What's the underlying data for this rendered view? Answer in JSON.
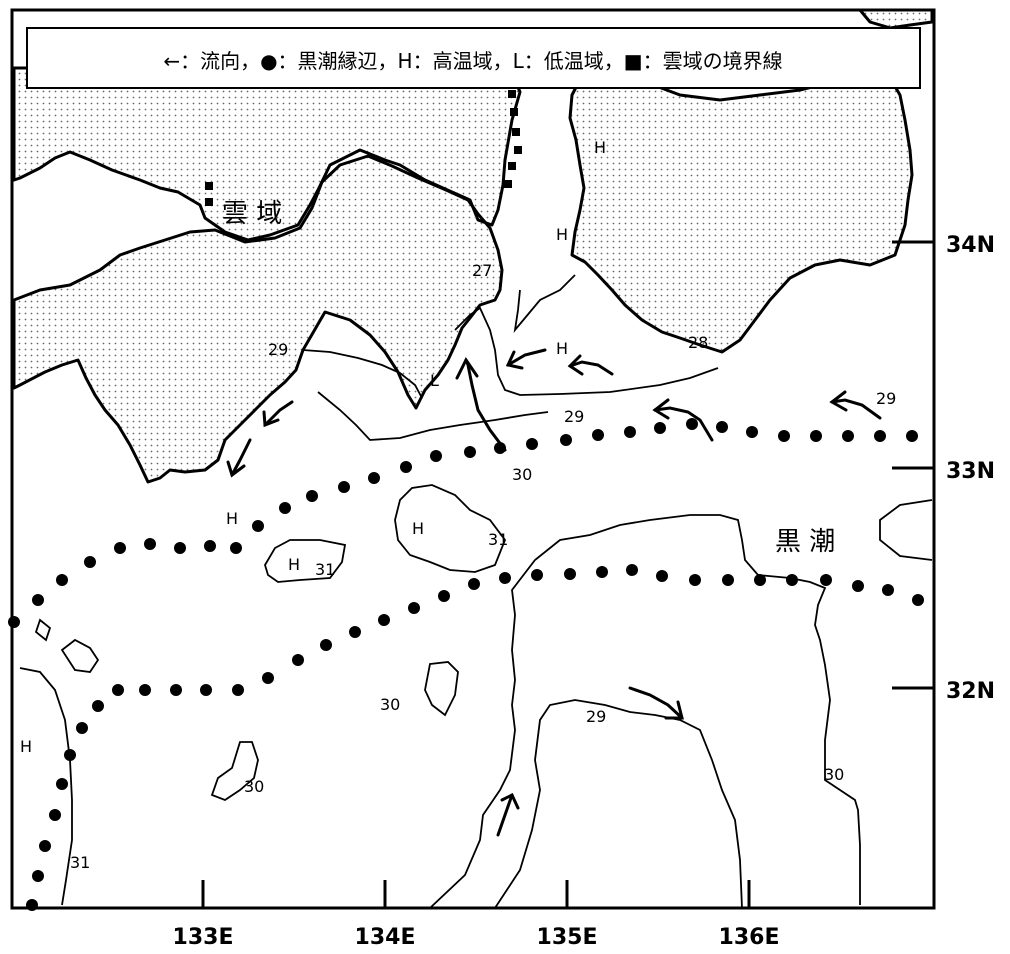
{
  "legend": {
    "text": "←：流向，●：黒潮縁辺，H：高温域，L：低温域，■：雲域の境界線"
  },
  "map_labels": {
    "cloud_area": "雲 域",
    "kuroshio": "黒 潮"
  },
  "axis": {
    "lon_ticks": [
      "133E",
      "134E",
      "135E",
      "136E"
    ],
    "lat_ticks": [
      "34N",
      "33N",
      "32N"
    ]
  },
  "isotherm_labels": [
    "27",
    "28",
    "29",
    "29",
    "29",
    "29",
    "30",
    "31",
    "31",
    "30",
    "30",
    "29",
    "30",
    "31"
  ],
  "zone_labels": [
    "H",
    "H",
    "H",
    "H",
    "H",
    "H",
    "L",
    "H"
  ],
  "colors": {
    "ink": "#000000",
    "background": "#ffffff",
    "stipple": "#6a6a6a"
  }
}
